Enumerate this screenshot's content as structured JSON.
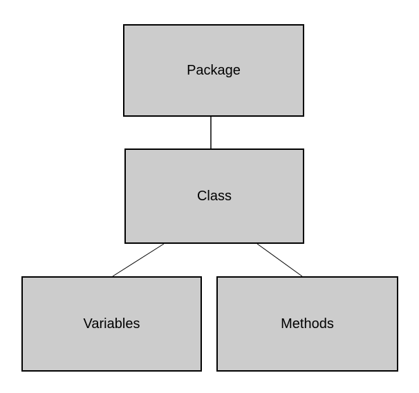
{
  "diagram": {
    "type": "hierarchy",
    "background_color": "#ffffff",
    "node_fill_color": "#cccccc",
    "node_border_color": "#000000",
    "edge_color": "#000000",
    "text_color": "#000000",
    "nodes": {
      "package": {
        "label": "Package"
      },
      "class": {
        "label": "Class"
      },
      "variables": {
        "label": "Variables"
      },
      "methods": {
        "label": "Methods"
      }
    },
    "edges": [
      {
        "from": "Package",
        "to": "Class"
      },
      {
        "from": "Class",
        "to": "Variables"
      },
      {
        "from": "Class",
        "to": "Methods"
      }
    ]
  }
}
